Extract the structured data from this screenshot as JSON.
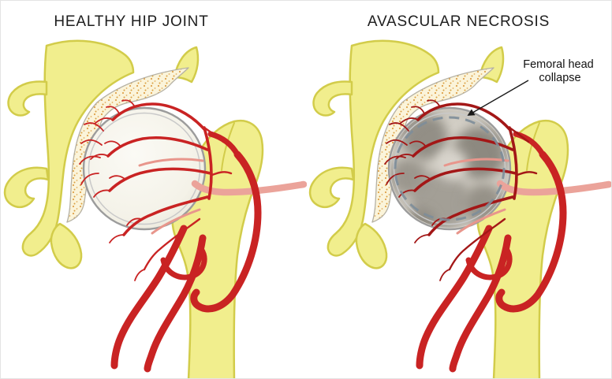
{
  "panels": {
    "healthy": {
      "title": "HEALTHY HIP JOINT"
    },
    "necrosis": {
      "title": "AVASCULAR NECROSIS",
      "annotation": {
        "line1": "Femoral head",
        "line2": "collapse"
      }
    }
  },
  "colors": {
    "bone": "#f1ee8d",
    "bone_outline": "#d2cc4a",
    "artery": "#c92323",
    "artery_dark": "#a31717",
    "vein_pink": "#eba39a",
    "stipple_dot": "#dfa24b",
    "stipple_bg": "#fbf4da",
    "cartilage_rim": "#9c9c9c",
    "healthy_head": "#f6f4ec",
    "necrosis_gray": "#a39f96",
    "dashed_line": "#7d8d99"
  }
}
